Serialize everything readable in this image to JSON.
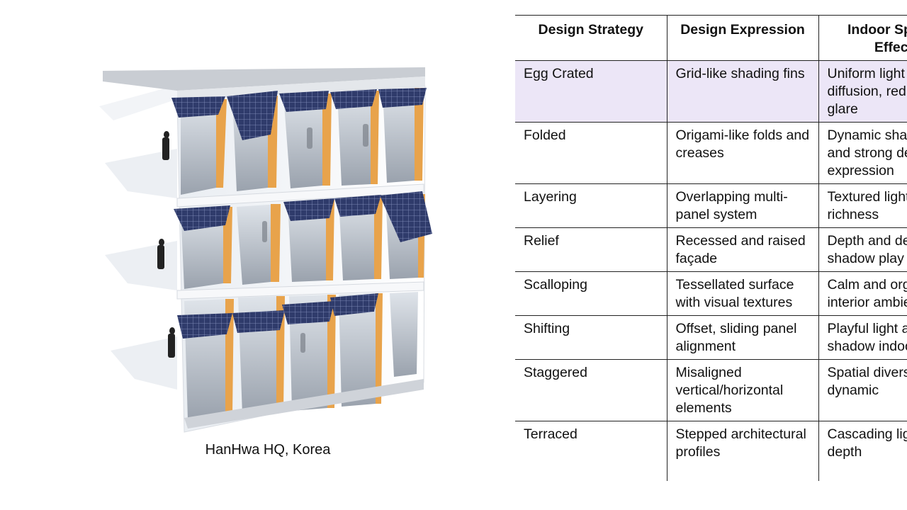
{
  "figure": {
    "caption": "HanHwa HQ, Korea"
  },
  "table": {
    "headers": [
      "Design Strategy",
      "Design Expression",
      "Indoor Spatial Effect"
    ],
    "rows": [
      {
        "strategy": "Egg Crated",
        "expression": "Grid-like shading fins",
        "effect": "Uniform light diffusion, reduced glare"
      },
      {
        "strategy": "Folded",
        "expression": "Origami-like folds and creases",
        "effect": "Dynamic shadows and strong depth expression"
      },
      {
        "strategy": "Layering",
        "expression": "Overlapping multi-panel system",
        "effect": "Textured light and richness"
      },
      {
        "strategy": "Relief",
        "expression": "Recessed and raised façade",
        "effect": "Depth and deep shadow play"
      },
      {
        "strategy": "Scalloping",
        "expression": "Tessellated surface with visual textures",
        "effect": "Calm and organic interior ambience"
      },
      {
        "strategy": "Shifting",
        "expression": "Offset, sliding panel alignment",
        "effect": "Playful light and shadow indoors"
      },
      {
        "strategy": "Staggered",
        "expression": "Misaligned vertical/horizontal elements",
        "effect": "Spatial diversity, dynamic"
      },
      {
        "strategy": "Terraced",
        "expression": "Stepped architectural profiles",
        "effect": "Cascading light, depth"
      }
    ]
  }
}
